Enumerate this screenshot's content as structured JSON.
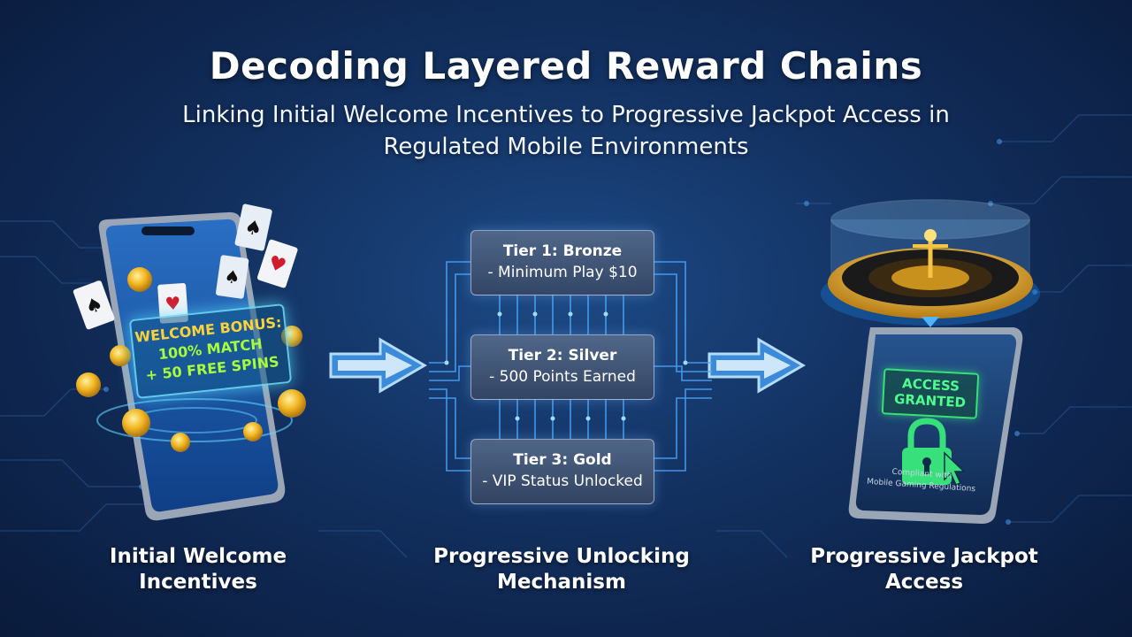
{
  "title": "Decoding Layered Reward Chains",
  "subtitle": "Linking Initial Welcome Incentives to Progressive Jackpot Access in Regulated Mobile Environments",
  "stages": [
    {
      "caption": "Initial Welcome Incentives"
    },
    {
      "caption": "Progressive Unlocking Mechanism"
    },
    {
      "caption": "Progressive Jackpot Access"
    }
  ],
  "welcome_bonus": {
    "line1": "WELCOME BONUS:",
    "line2": "100% MATCH",
    "line3": "+ 50 FREE SPINS"
  },
  "tiers": [
    {
      "name": "Tier 1: Bronze",
      "requirement": "- Minimum Play $10"
    },
    {
      "name": "Tier 2: Silver",
      "requirement": "- 500 Points Earned"
    },
    {
      "name": "Tier 3: Gold",
      "requirement": "- VIP Status Unlocked"
    }
  ],
  "access": {
    "badge_line1": "ACCESS",
    "badge_line2": "GRANTED",
    "compliance_line1": "Compliant with",
    "compliance_line2": "Mobile Gaming Regulations"
  },
  "icons": [
    "phone-icon",
    "playing-card-icon",
    "gold-coin-icon",
    "arrow-right-icon",
    "roulette-wheel-icon",
    "padlock-icon",
    "cursor-icon"
  ],
  "colors": {
    "background": "#12305f",
    "arrow_glow": "#4fb3ff",
    "circuit": "#3aa0ff",
    "coin": "#f2b520",
    "welcome_gold": "#ffd23a",
    "welcome_green": "#a6ff3a",
    "access_green": "#37e07a"
  }
}
